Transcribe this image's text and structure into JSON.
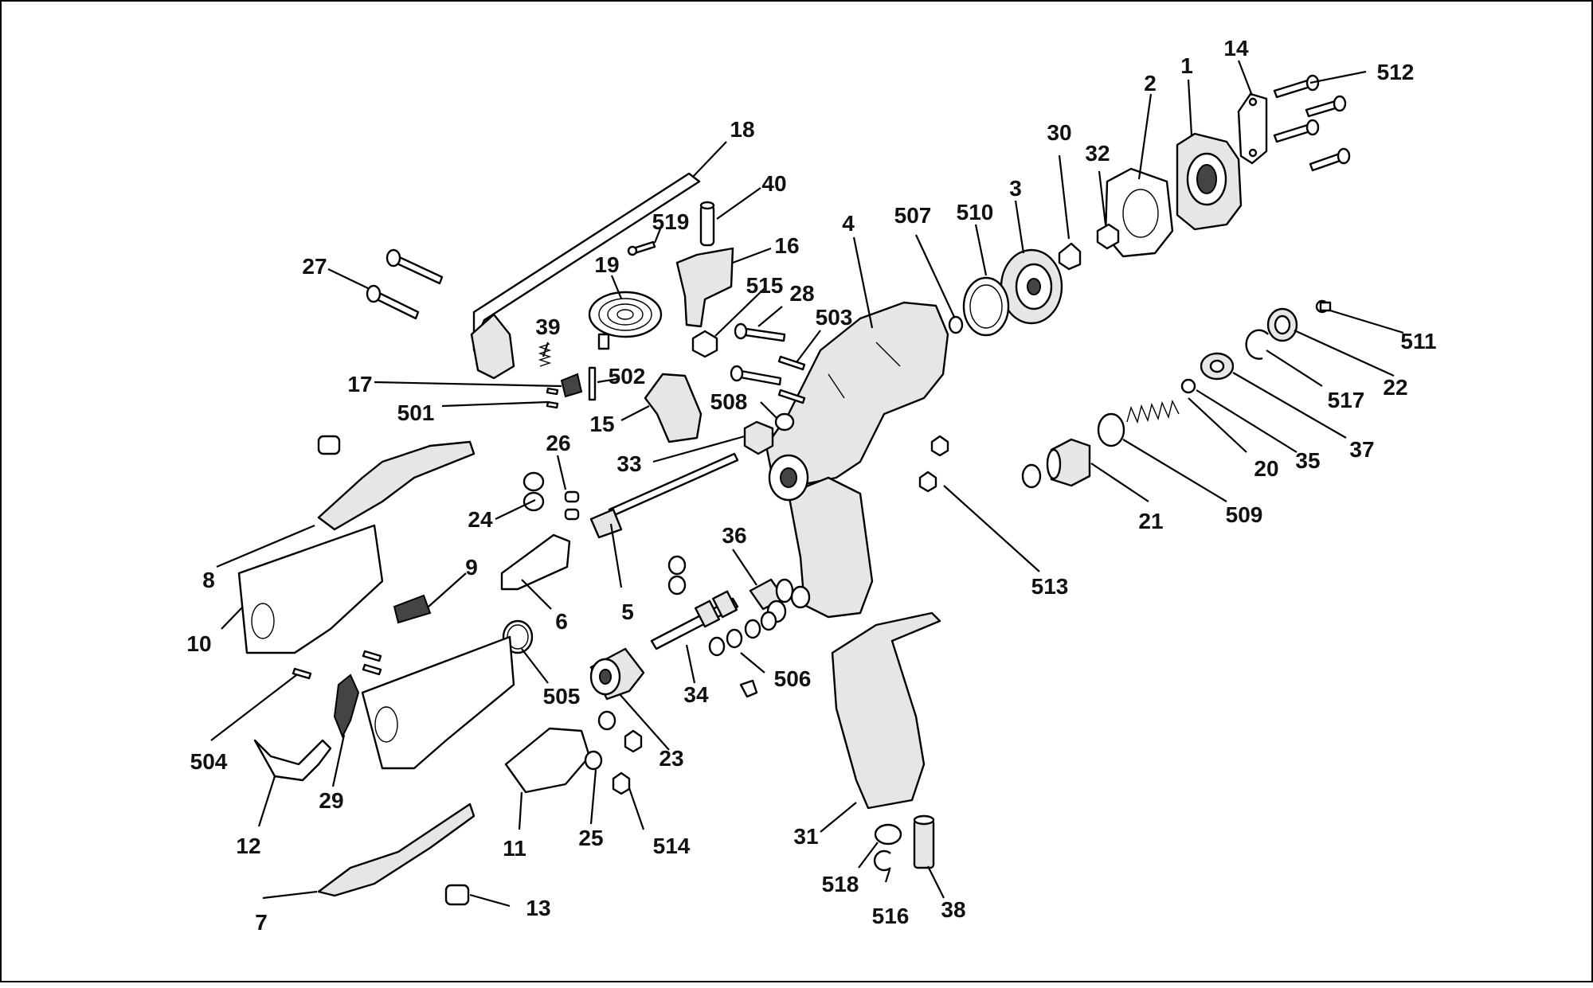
{
  "callouts": [
    {
      "id": "c1",
      "label": "1"
    },
    {
      "id": "c2",
      "label": "2"
    },
    {
      "id": "c3",
      "label": "3"
    },
    {
      "id": "c4",
      "label": "4"
    },
    {
      "id": "c5",
      "label": "5"
    },
    {
      "id": "c6",
      "label": "6"
    },
    {
      "id": "c7",
      "label": "7"
    },
    {
      "id": "c8",
      "label": "8"
    },
    {
      "id": "c9",
      "label": "9"
    },
    {
      "id": "c10",
      "label": "10"
    },
    {
      "id": "c11",
      "label": "11"
    },
    {
      "id": "c12",
      "label": "12"
    },
    {
      "id": "c13",
      "label": "13"
    },
    {
      "id": "c14",
      "label": "14"
    },
    {
      "id": "c15",
      "label": "15"
    },
    {
      "id": "c16",
      "label": "16"
    },
    {
      "id": "c17",
      "label": "17"
    },
    {
      "id": "c18",
      "label": "18"
    },
    {
      "id": "c19",
      "label": "19"
    },
    {
      "id": "c20",
      "label": "20"
    },
    {
      "id": "c21",
      "label": "21"
    },
    {
      "id": "c22",
      "label": "22"
    },
    {
      "id": "c23",
      "label": "23"
    },
    {
      "id": "c24",
      "label": "24"
    },
    {
      "id": "c25",
      "label": "25"
    },
    {
      "id": "c26",
      "label": "26"
    },
    {
      "id": "c27",
      "label": "27"
    },
    {
      "id": "c28",
      "label": "28"
    },
    {
      "id": "c29",
      "label": "29"
    },
    {
      "id": "c30",
      "label": "30"
    },
    {
      "id": "c31",
      "label": "31"
    },
    {
      "id": "c32",
      "label": "32"
    },
    {
      "id": "c33",
      "label": "33"
    },
    {
      "id": "c34",
      "label": "34"
    },
    {
      "id": "c35",
      "label": "35"
    },
    {
      "id": "c36",
      "label": "36"
    },
    {
      "id": "c37",
      "label": "37"
    },
    {
      "id": "c38",
      "label": "38"
    },
    {
      "id": "c39",
      "label": "39"
    },
    {
      "id": "c40",
      "label": "40"
    },
    {
      "id": "c501",
      "label": "501"
    },
    {
      "id": "c502",
      "label": "502"
    },
    {
      "id": "c503",
      "label": "503"
    },
    {
      "id": "c504",
      "label": "504"
    },
    {
      "id": "c505",
      "label": "505"
    },
    {
      "id": "c506",
      "label": "506"
    },
    {
      "id": "c507",
      "label": "507"
    },
    {
      "id": "c508",
      "label": "508"
    },
    {
      "id": "c509",
      "label": "509"
    },
    {
      "id": "c510",
      "label": "510"
    },
    {
      "id": "c511",
      "label": "511"
    },
    {
      "id": "c512",
      "label": "512"
    },
    {
      "id": "c513",
      "label": "513"
    },
    {
      "id": "c514",
      "label": "514"
    },
    {
      "id": "c515",
      "label": "515"
    },
    {
      "id": "c516",
      "label": "516"
    },
    {
      "id": "c517",
      "label": "517"
    },
    {
      "id": "c518",
      "label": "518"
    },
    {
      "id": "c519",
      "label": "519"
    }
  ]
}
